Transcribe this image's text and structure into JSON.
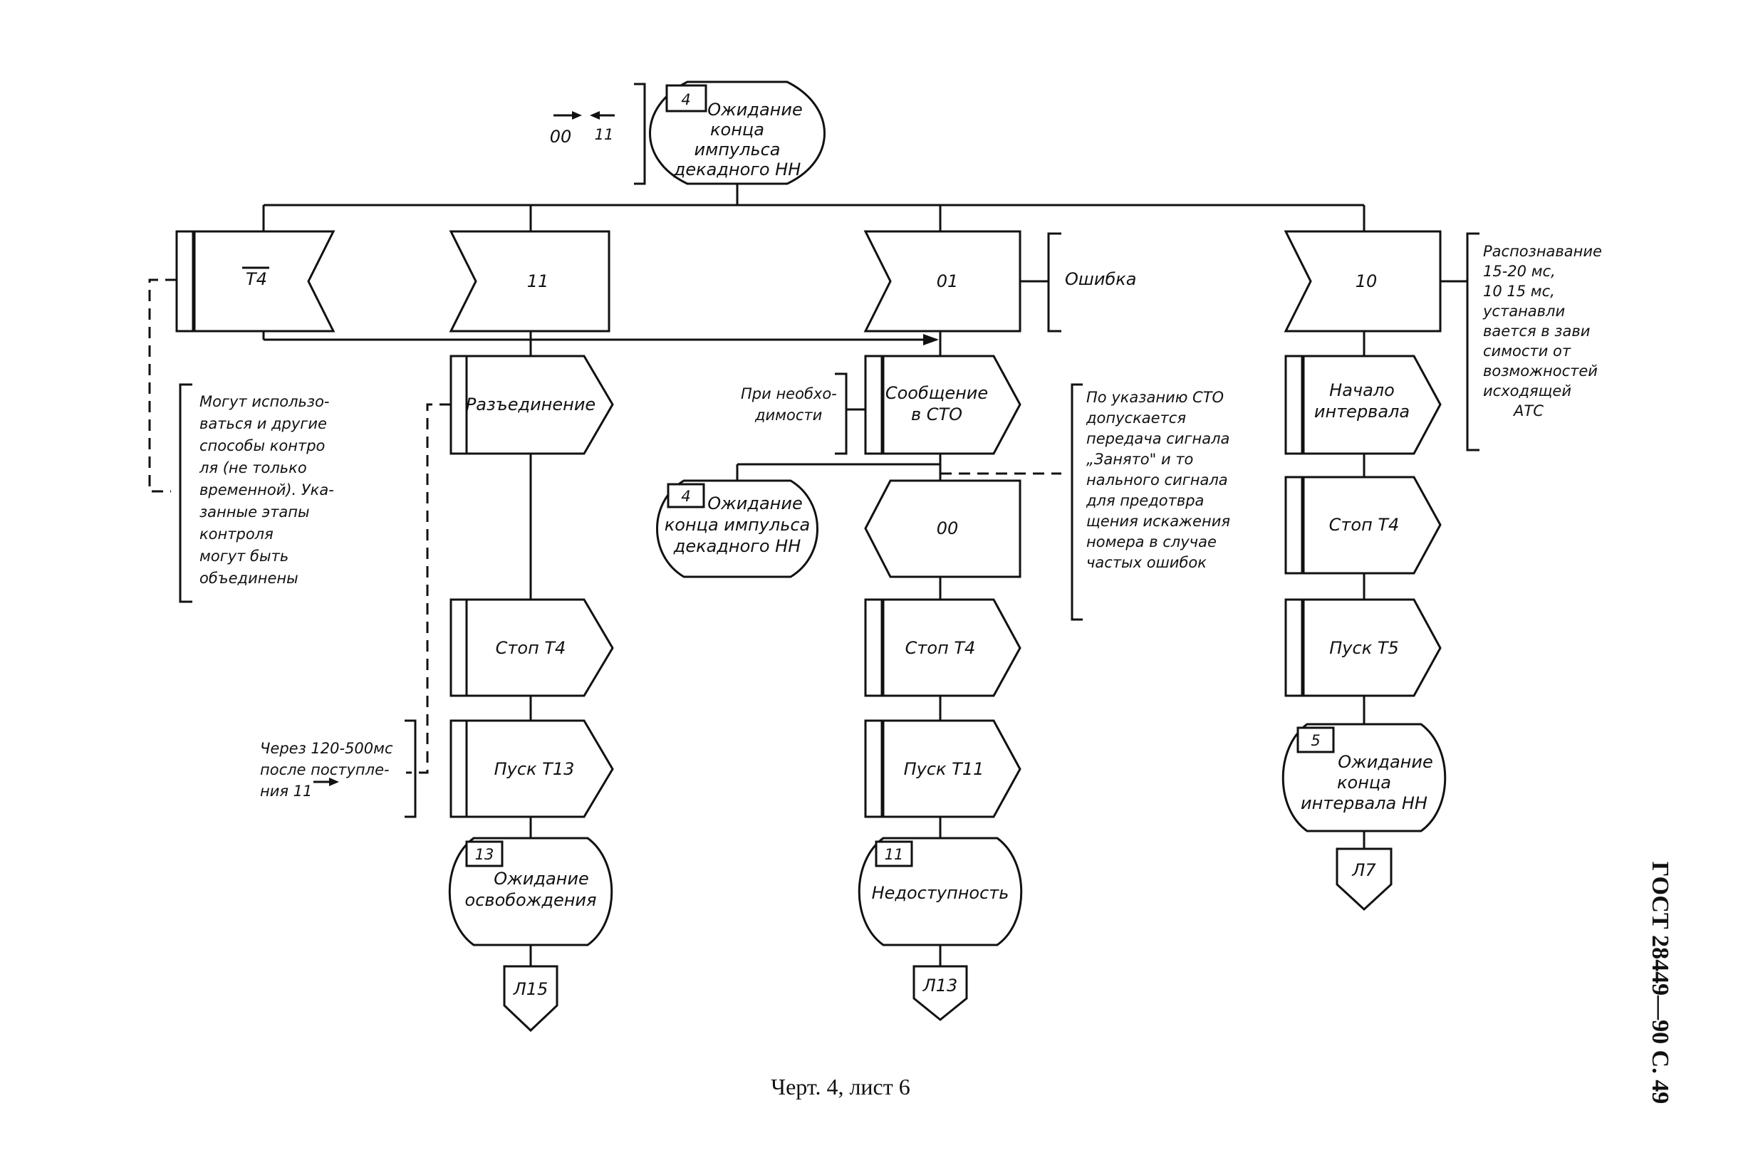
{
  "top_state": {
    "number": "4",
    "label": [
      "Ожидание",
      "конца",
      "импульса",
      "декадного НН"
    ]
  },
  "top_note": {
    "a": "00",
    "b": "11"
  },
  "inputs": {
    "t4": "T4",
    "i11": "11",
    "i01": "01",
    "i10": "10"
  },
  "col1": {
    "step1": "Разъединение",
    "step2": "Стоп Т4",
    "step3": "Пуск Т13",
    "state_number": "13",
    "state_label": [
      "Ожидание",
      "освобождения"
    ],
    "connector": "Л15"
  },
  "col2": {
    "step1": [
      "Сообщение",
      "в СТО"
    ],
    "input": "00",
    "step2": "Стоп Т4",
    "step3": "Пуск Т11",
    "state_number": "11",
    "state_label": [
      "Недоступность"
    ],
    "connector": "Л13",
    "branch_state_number": "4",
    "branch_state_label": [
      "Ожидание",
      "конца импульса",
      "декадного НН"
    ]
  },
  "col3": {
    "step1": [
      "Начало",
      "интервала"
    ],
    "step2": "Стоп Т4",
    "step3": "Пуск Т5",
    "state_number": "5",
    "state_label": [
      "Ожидание",
      "конца",
      "интервала НН"
    ],
    "connector": "Л7"
  },
  "notes": {
    "error": "Ошибка",
    "recognition": [
      "Распознавание",
      "15-20 мс,",
      "10 15 мс,",
      "устанавли",
      "вается в зави",
      "симости от",
      "возможностей",
      "исходящей",
      "АТС"
    ],
    "control": [
      "Могут использо-",
      "ваться и другие",
      "способы контро",
      "ля (не только",
      "временной). Ука-",
      "занные этапы",
      "контроля",
      "могут быть",
      "объединены"
    ],
    "need": [
      "При необхо-",
      "димости"
    ],
    "sto": [
      "По указанию СТО",
      "допускается",
      "передача сигнала",
      "„Занято\" и то",
      "нального сигнала",
      "для предотвра",
      "щения искажения",
      "номера в случае",
      "частых ошибок"
    ],
    "through": [
      "Через 120-500мс",
      "после поступле-",
      "ния 11"
    ]
  },
  "caption": "Черт. 4, лист 6",
  "side_text": "ГОСТ 28449—90 С. 49"
}
